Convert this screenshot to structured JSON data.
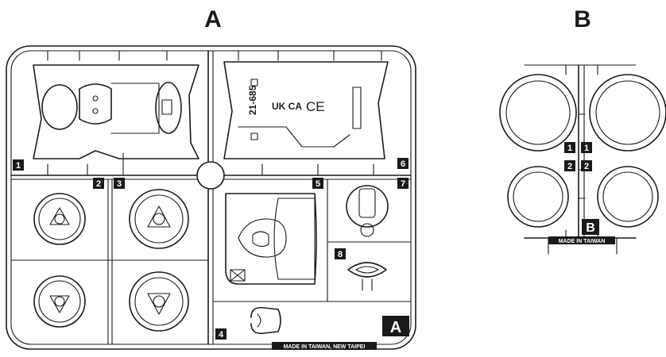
{
  "sheets": {
    "a": {
      "title": "A",
      "corner_badge": "A",
      "stamp": "MADE IN TAIWAN, NEW TAIPEI",
      "part_numbers": [
        "1",
        "2",
        "3",
        "4",
        "5",
        "6",
        "7",
        "8"
      ],
      "product_code": "21-685",
      "marks": [
        "UK CA",
        "CE"
      ]
    },
    "b": {
      "title": "B",
      "corner_badge": "B",
      "stamp": "MADE IN TAIWAN",
      "part_numbers": [
        "1",
        "1",
        "2",
        "2"
      ]
    }
  },
  "colors": {
    "line": "#1a1a1a",
    "paper": "#ffffff"
  }
}
